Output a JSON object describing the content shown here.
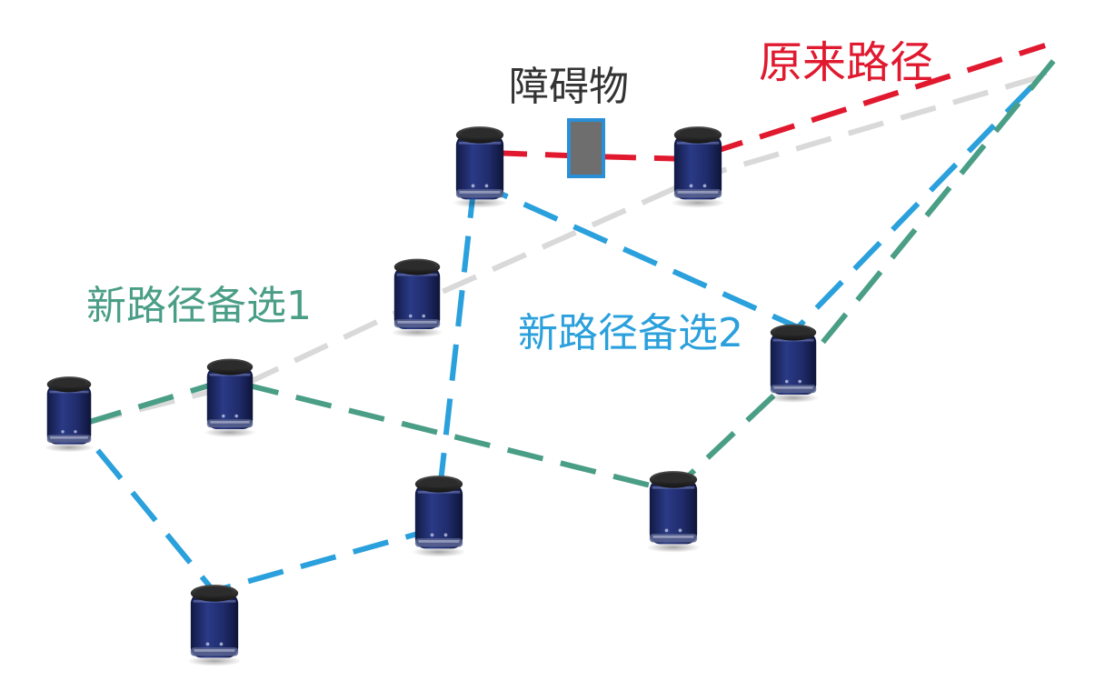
{
  "labels": {
    "obstacle": "障碍物",
    "original_path": "原来路径",
    "alt_path_1": "新路径备选1",
    "alt_path_2": "新路径备选2"
  },
  "colors": {
    "original_path": "#e0192f",
    "alt_path_1": "#4a9e86",
    "alt_path_2": "#2aa0dc",
    "neutral_path": "#d9d9d9",
    "obstacle_label": "#333333",
    "obstacle_fill": "#6e6e6e",
    "obstacle_border": "#2a8fd6",
    "node_body": "#1f2a66"
  },
  "icons": {
    "node": "sensor-node-icon",
    "obstacle": "obstacle-block-icon"
  }
}
